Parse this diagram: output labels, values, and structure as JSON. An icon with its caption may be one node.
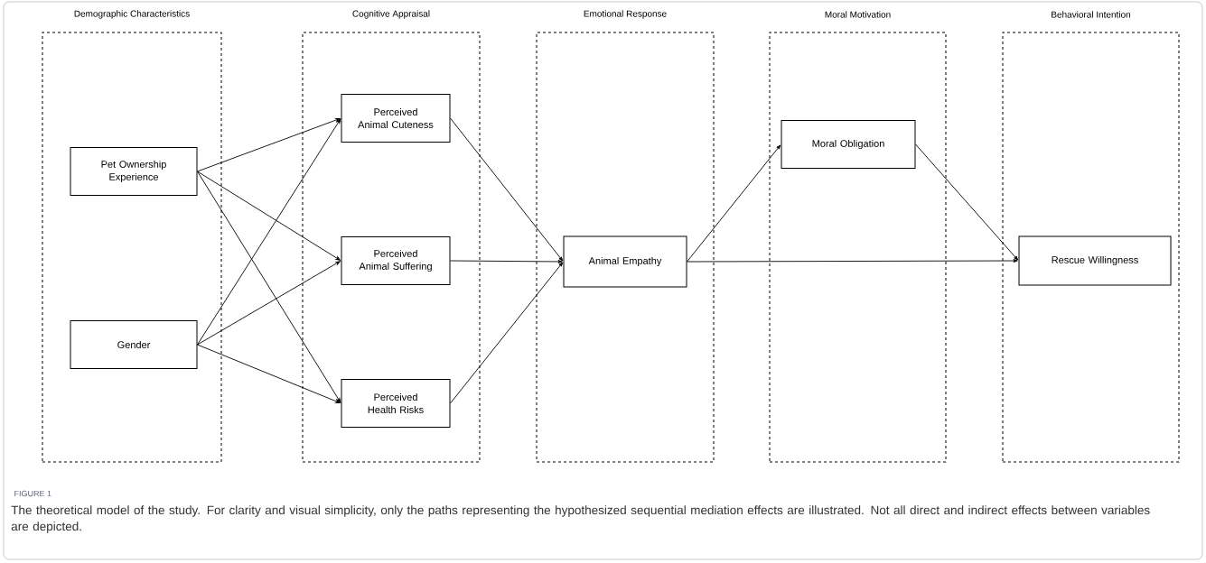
{
  "diagram": {
    "caption": "The theoretical model of the study. For clarity and visual simplicity, only the paths representing the hypothesized sequential mediation effects are illustrated. Not all direct and indirect effects between variables are depicted.",
    "nodes": [
      {
        "text": [
          "Demographic Characteristics"
        ]
      },
      {
        "text": [
          "Cognitive Appraisal"
        ]
      },
      {
        "text": [
          "Emotional Response"
        ]
      },
      {
        "text": [
          "Moral Motivation"
        ]
      },
      {
        "text": [
          "Behavioral Intention"
        ]
      },
      {
        "text": [
          "Pet Ownership Experience"
        ],
        "in": 0
      },
      {
        "text": [
          "Gender"
        ],
        "in": 0
      },
      {
        "text": [
          "Perceived Animal Cuteness"
        ],
        "in": 1
      },
      {
        "text": [
          "Perceived Animal Suffering"
        ],
        "in": 1
      },
      {
        "text": [
          "Perceived Health Risks"
        ],
        "in": 1
      },
      {
        "text": [
          "Animal Empathy"
        ],
        "in": 2
      },
      {
        "text": [
          "Moral Obligation"
        ],
        "in": 3
      },
      {
        "text": [
          "Rescue Willingness"
        ],
        "in": 4
      }
    ],
    "edges": [
      {
        "from": 5,
        "to": 7,
        "arrow": "to"
      },
      {
        "from": 5,
        "to": 8,
        "arrow": "to"
      },
      {
        "from": 5,
        "to": 9,
        "arrow": "to"
      },
      {
        "from": 6,
        "to": 7,
        "arrow": "to"
      },
      {
        "from": 6,
        "to": 8,
        "arrow": "to"
      },
      {
        "from": 6,
        "to": 9,
        "arrow": "to"
      },
      {
        "from": 7,
        "to": 10,
        "arrow": "to"
      },
      {
        "from": 8,
        "to": 10,
        "arrow": "to"
      },
      {
        "from": 9,
        "to": 10,
        "arrow": "to"
      },
      {
        "from": 10,
        "to": 11,
        "arrow": "to"
      },
      {
        "from": 10,
        "to": 12,
        "arrow": "to"
      },
      {
        "from": 11,
        "to": 12,
        "arrow": "to"
      }
    ],
    "labels": [
      "FIGURE 1"
    ]
  }
}
